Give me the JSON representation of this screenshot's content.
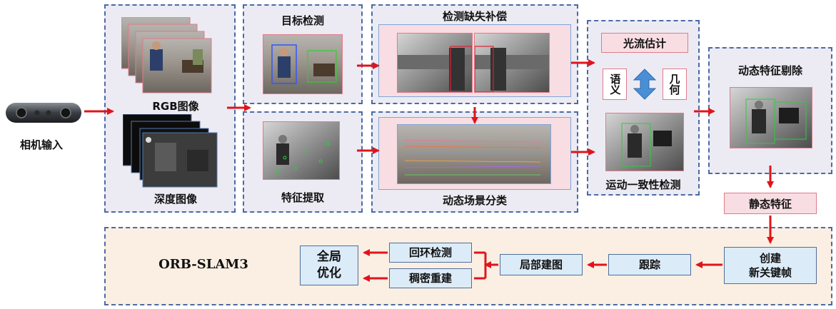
{
  "input": {
    "camera_label": "相机输入"
  },
  "sensor_panel": {
    "rgb_label": "RGB图像",
    "depth_label": "深度图像"
  },
  "detection": {
    "title": "目标检测"
  },
  "feature": {
    "label": "特征提取"
  },
  "compensation": {
    "title": "检测缺失补偿"
  },
  "scene": {
    "label": "动态场景分类"
  },
  "geometry": {
    "optical_flow": "光流估计",
    "semantic": "语义",
    "geometric": "几何",
    "label": "运动一致性检测"
  },
  "removal": {
    "title": "动态特征剔除"
  },
  "static_feature": "静态特征",
  "slam": {
    "title": "ORB-SLAM3",
    "keyframe_line1": "创建",
    "keyframe_line2": "新关键帧",
    "tracking": "跟踪",
    "local_mapping": "局部建图",
    "loop_closure": "回环检测",
    "dense_recon": "稠密重建",
    "global_opt_line1": "全局",
    "global_opt_line2": "优化"
  },
  "colors": {
    "arrow": "#e0141b",
    "panel_border": "#4a6aa6",
    "panel_fill": "#ecebf3",
    "slam_fill": "#fbefe3"
  }
}
